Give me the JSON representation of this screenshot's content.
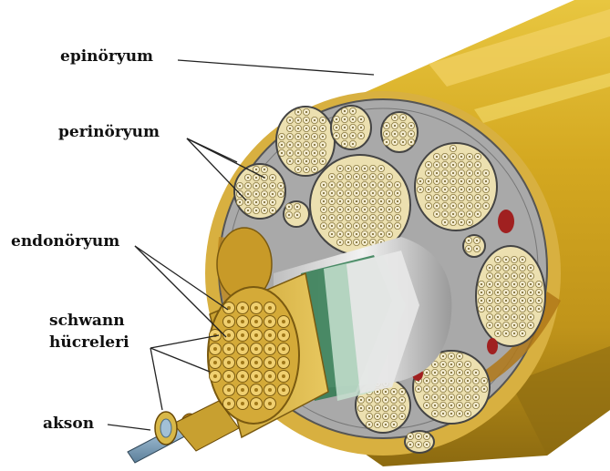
{
  "labels": {
    "epineurium": "epinöryum",
    "perineurium": "perinöryum",
    "endoneurium": "endonöryum",
    "schwann_line1": "schwann",
    "schwann_line2": "hücreleri",
    "axon": "akson"
  },
  "colors": {
    "nerve_outer": "#d4a820",
    "nerve_highlight": "#f0d060",
    "nerve_shadow": "#a07810",
    "cross_section": "#a9a9a9",
    "fascicle_fill": "#ece0b0",
    "fiber_fill": "#f4ecd0",
    "blood_vessel": "#a02020",
    "leader_line": "#222222"
  }
}
